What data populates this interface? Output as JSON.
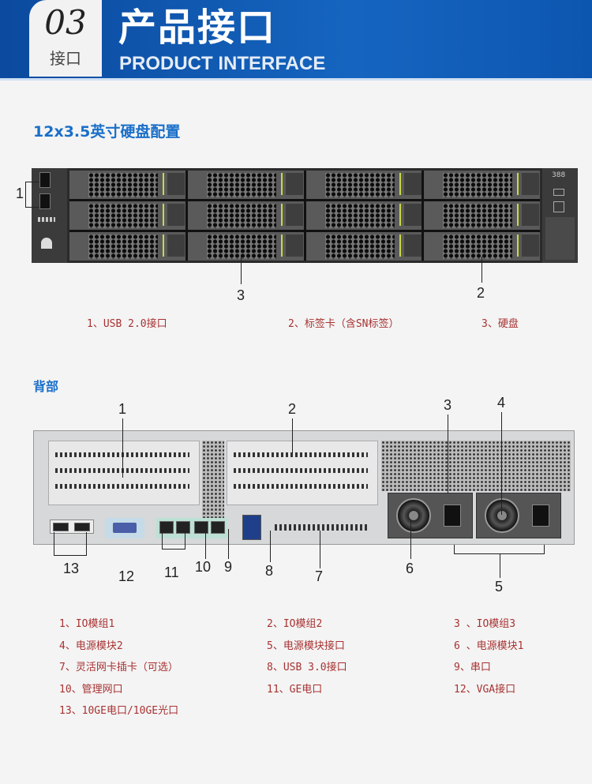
{
  "header": {
    "badge_number": "03",
    "badge_label": "接口",
    "title": "产品接口",
    "subtitle": "PRODUCT INTERFACE",
    "color": "#1565c0"
  },
  "front": {
    "section_title": "12x3.5英寸硬盘配置",
    "callouts": [
      "1",
      "3",
      "2"
    ],
    "legend": [
      "1、USB 2.0接口",
      "2、标签卡（含SN标签）",
      "3、硬盘"
    ],
    "panel_display": "388"
  },
  "rear": {
    "section_title": "背部",
    "callouts": [
      "1",
      "2",
      "3",
      "4",
      "13",
      "12",
      "11",
      "10",
      "9",
      "8",
      "7",
      "6",
      "5"
    ],
    "legend": [
      "1、IO模组1",
      "2、IO模组2",
      "3 、IO模组3",
      "4、电源模块2",
      "5、电源模块接口",
      "6 、电源模块1",
      "7、灵活网卡插卡（可选）",
      "8、USB 3.0接口",
      "9、串口",
      "10、管理网口",
      "11、GE电口",
      "12、VGA接口",
      "13、10GE电口/10GE光口"
    ]
  },
  "colors": {
    "legend_text": "#a83232",
    "section_title": "#1a6fc9",
    "drive_latch": "#c8d84a"
  }
}
